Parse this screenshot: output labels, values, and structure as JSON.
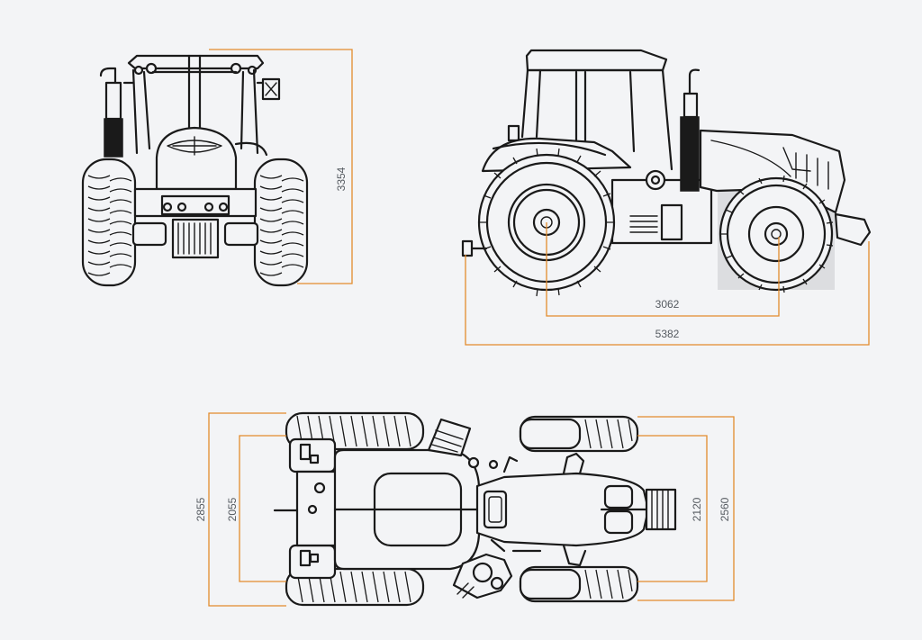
{
  "colors": {
    "background": "#f3f4f6",
    "outline": "#1a1a1a",
    "dimension_line": "#e38b2c",
    "dimension_text": "#555a60"
  },
  "views": {
    "front": {
      "height_label": "3354"
    },
    "side": {
      "wheelbase_label": "3062",
      "overall_length_label": "5382"
    },
    "top": {
      "rear_width_outer_label": "2855",
      "rear_track_label": "2055",
      "front_track_label": "2120",
      "front_width_outer_label": "2560"
    }
  }
}
